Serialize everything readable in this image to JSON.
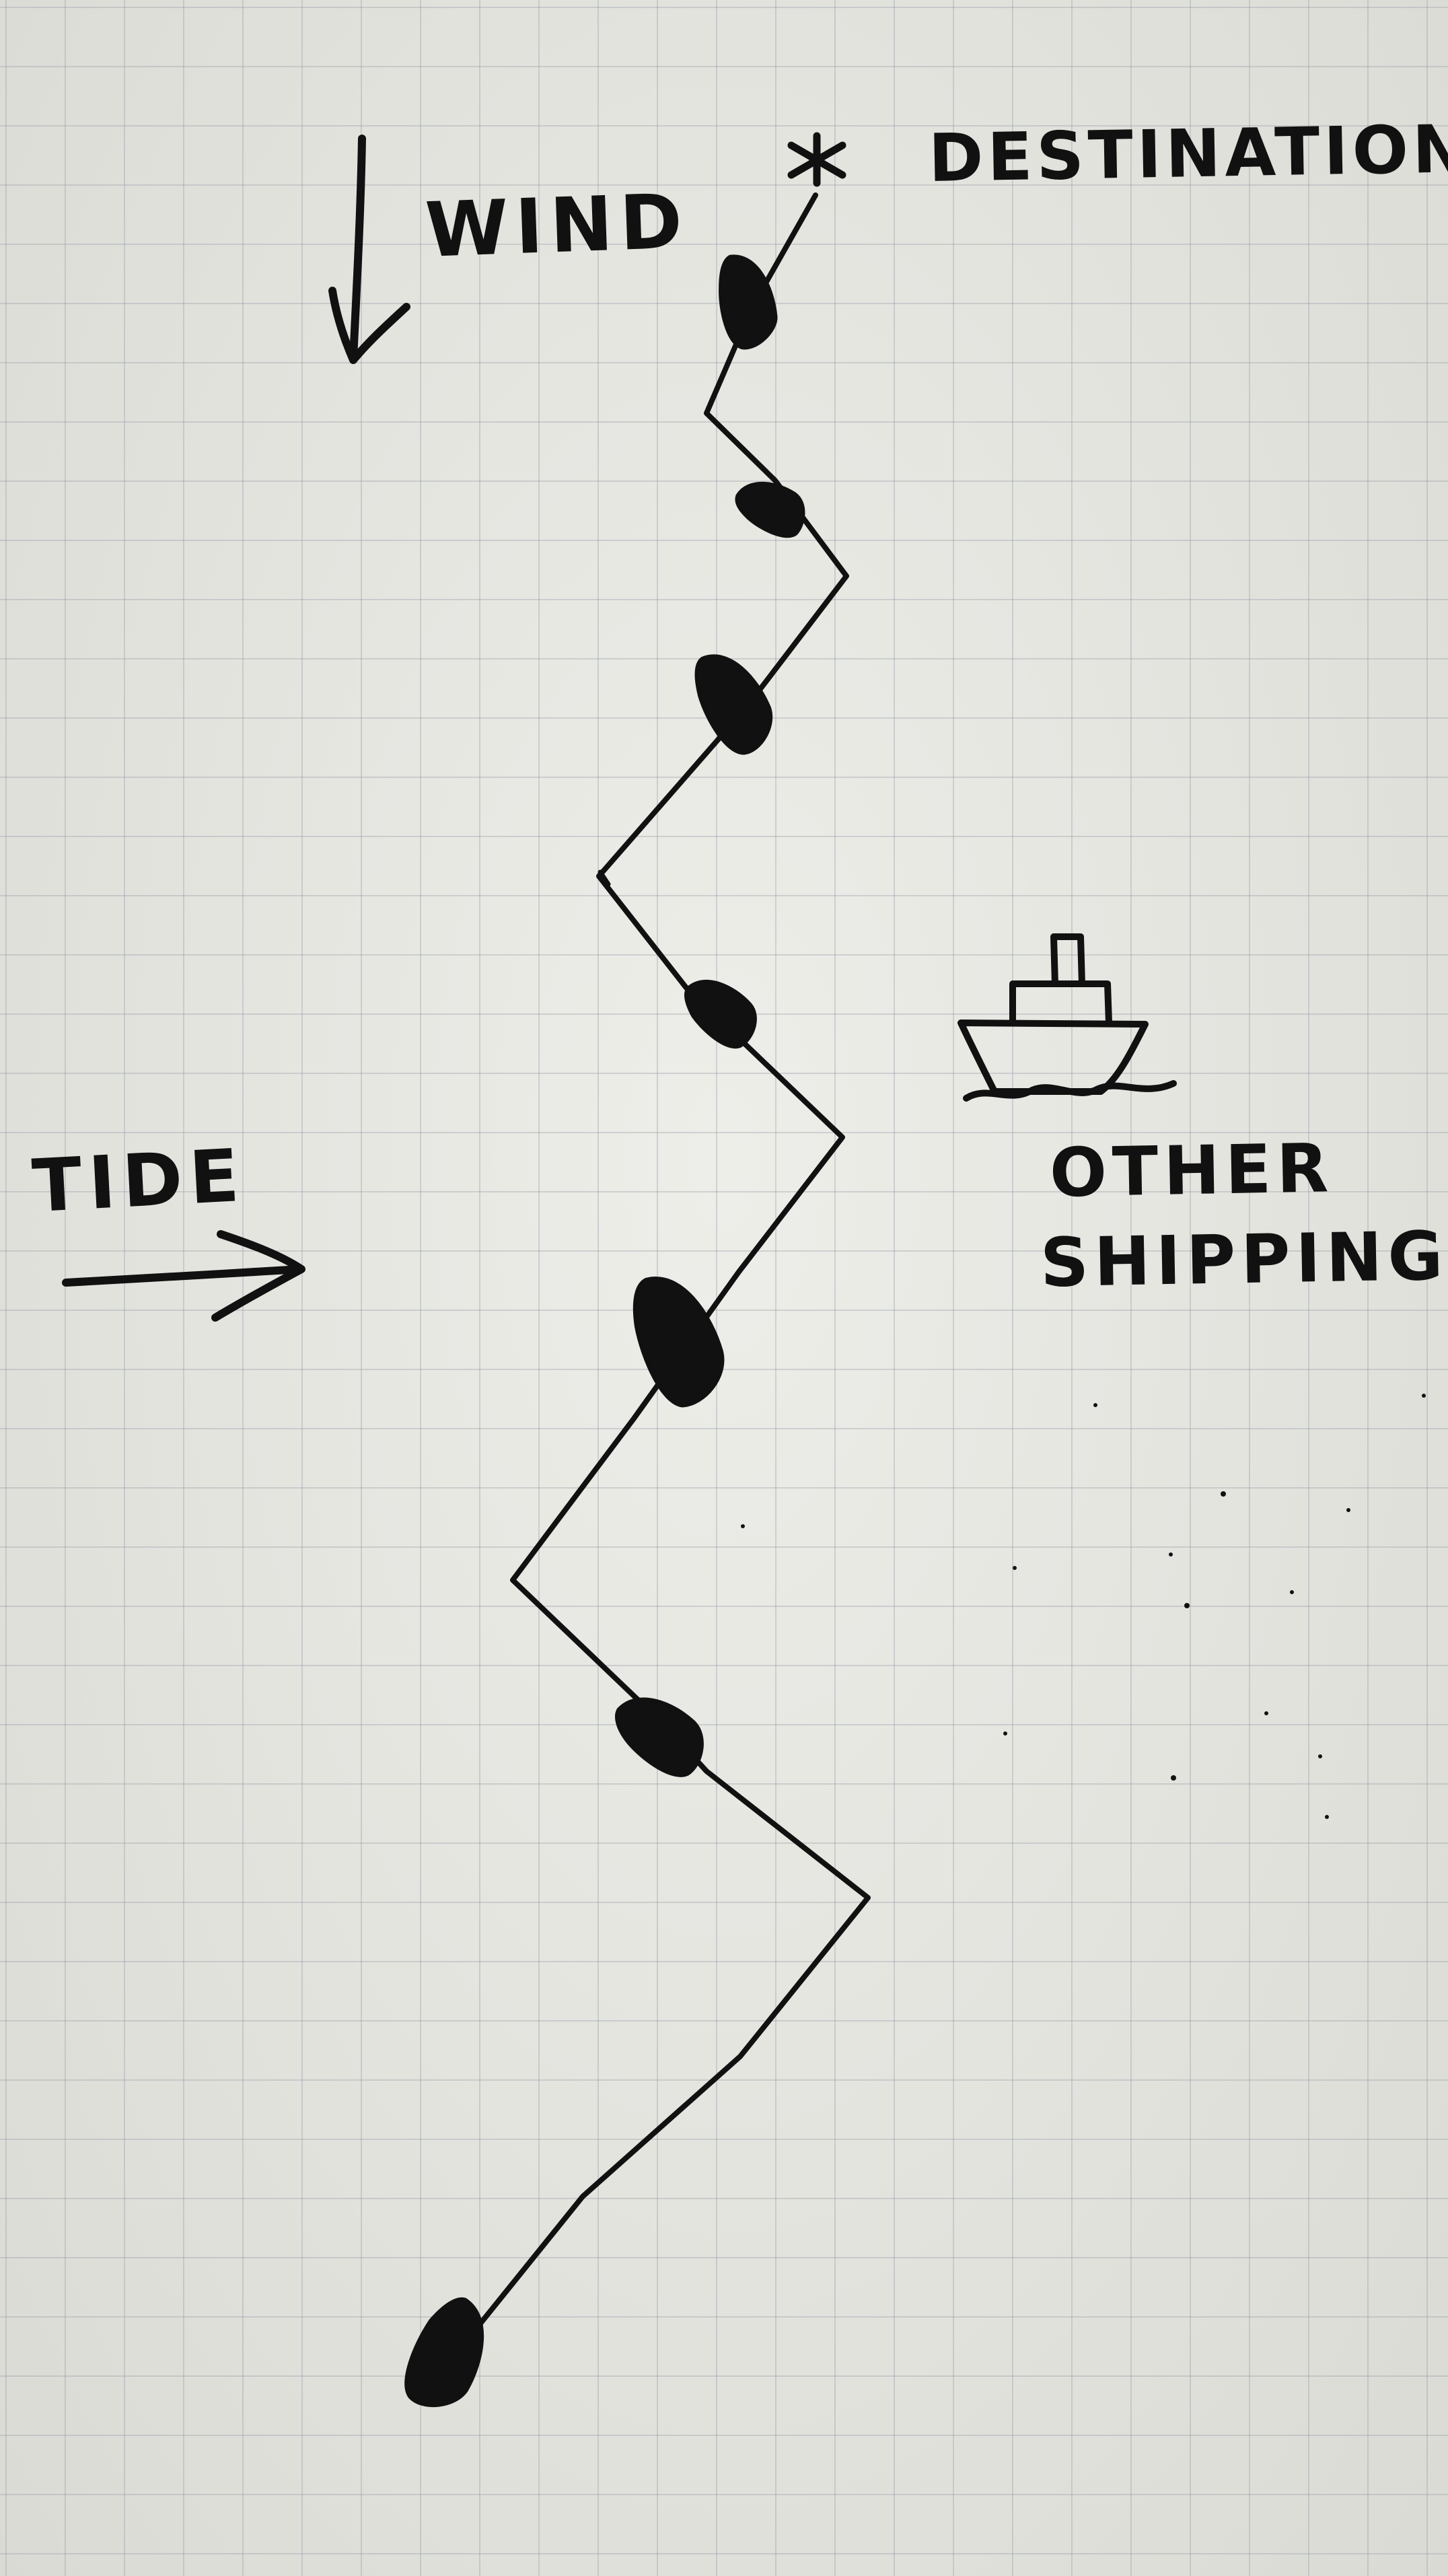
{
  "labels": {
    "wind": "WIND",
    "destination": "DESTINATION",
    "tide": "TIDE",
    "other_shipping_line1": "OTHER",
    "other_shipping_line2": "SHIPPING"
  },
  "colors": {
    "ink": "#111111",
    "paper": "#e8e8e2",
    "grid": "#8c96a0"
  },
  "icons": {
    "wind_arrow": "down-arrow-icon",
    "tide_arrow": "right-arrow-icon",
    "destination_marker": "asterisk-icon",
    "ship": "ship-icon",
    "boat": "sailboat-icon"
  },
  "route": {
    "boat_count": 7,
    "tack_count": 6
  }
}
